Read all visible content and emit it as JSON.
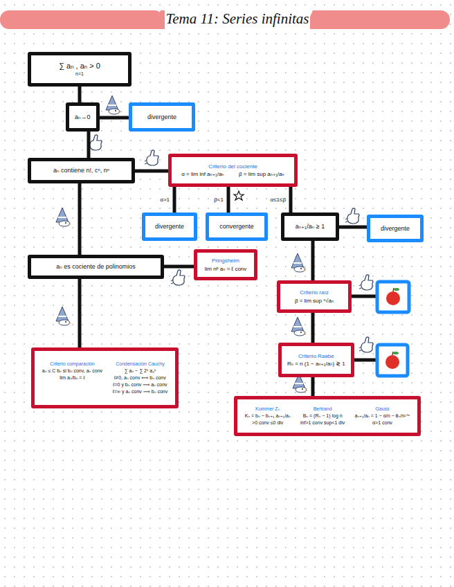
{
  "diagram": {
    "title": "Tema 11: Series infinitas",
    "nodes": [
      {
        "text": [
          "∑ aₙ , aₙ > 0",
          "n=1"
        ]
      },
      {
        "text": [
          "aₙ→0"
        ]
      },
      {
        "text": [
          "divergente"
        ]
      },
      {
        "text": [
          "aₙ contiene n!, cⁿ, nⁿ"
        ]
      },
      {
        "text": [
          "Criterio del cociente",
          "α = lim inf aₙ₊₁/aₙ",
          "β = lim sup aₙ₊₁/aₙ"
        ]
      },
      {
        "text": [
          "divergente"
        ]
      },
      {
        "text": [
          "convergente"
        ]
      },
      {
        "text": [
          "aₙ₊₁/aₙ ≥ 1"
        ]
      },
      {
        "text": [
          "divergente"
        ]
      },
      {
        "text": [
          "aₙ es cociente de polinomios"
        ]
      },
      {
        "text": [
          "Pringsheim",
          "lim nᵖ aₙ = ℓ conv"
        ]
      },
      {
        "text": [
          "Criterio raíz",
          "β = lim sup ⁿ√aₙ"
        ]
      },
      {
        "text": [
          "Criterio Raabe",
          "Rₙ = n (1 − aₙ₊₁/aₙ) ≷ 1"
        ]
      },
      {
        "text": [
          "Criterio comparación",
          "aₙ ≤ C bₙ si bₙ conv, aₙ conv",
          "lim aₙ/bₙ = ℓ",
          "Condensación Cauchy",
          "∑ aₙ ~ ∑ 2ᵏ a₂ᵏ",
          "ℓ≠0, aₙ conv ⟺ bₙ conv",
          "ℓ=0 y bₙ conv ⟹ aₙ conv",
          "ℓ=∞ y aₙ conv ⟹ bₙ conv"
        ]
      },
      {
        "text": [
          "Kummer Zₙ",
          "Kₙ = bₙ − bₙ₊₁ aₙ₊₁/aₙ",
          ">0 conv ≤0 div",
          "Bertrand",
          "Bₙ = (Rₙ − 1) log n",
          "inf>1 conv sup<1 div",
          "Gauss",
          "aₙ₊₁/aₙ = 1 − α/n − θₙ/n¹⁺ᵋ",
          "α>1 conv"
        ]
      }
    ],
    "edges": [
      {
        "from": 0,
        "to": 1,
        "arrow": "none"
      },
      {
        "from": 1,
        "to": 2,
        "arrow": "none"
      },
      {
        "from": 1,
        "to": 3,
        "arrow": "none"
      },
      {
        "from": 3,
        "to": 4,
        "arrow": "none"
      },
      {
        "from": 3,
        "to": 9,
        "arrow": "none"
      },
      {
        "from": 4,
        "to": 5,
        "label": "α>1",
        "arrow": "none"
      },
      {
        "from": 4,
        "to": 6,
        "label": "β<1",
        "arrow": "none"
      },
      {
        "from": 4,
        "to": 7,
        "label": "α≤1≤β",
        "arrow": "none"
      },
      {
        "from": 7,
        "to": 8,
        "arrow": "none"
      },
      {
        "from": 7,
        "to": 11,
        "arrow": "none"
      },
      {
        "from": 11,
        "to": 12,
        "arrow": "none"
      },
      {
        "from": 12,
        "to": 14,
        "arrow": "none"
      },
      {
        "from": 9,
        "to": 10,
        "arrow": "none"
      },
      {
        "from": 9,
        "to": 13,
        "arrow": "none"
      }
    ]
  }
}
